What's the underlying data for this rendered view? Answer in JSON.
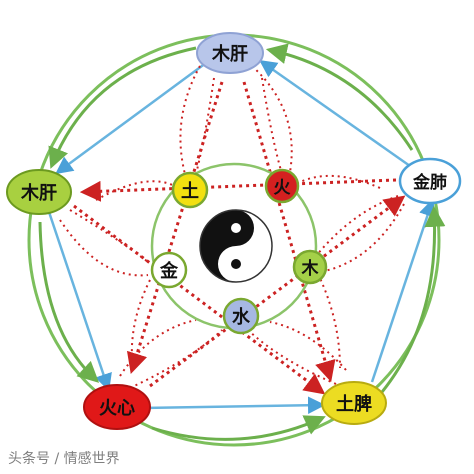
{
  "diagram": {
    "outer_nodes": {
      "top": {
        "label": "木肝",
        "fill": "#b8c6ea",
        "stroke": "#8fa2d4"
      },
      "right": {
        "label": "金肺",
        "fill": "#ffffff",
        "stroke": "#4aa0d8"
      },
      "bottom_right": {
        "label": "土脾",
        "fill": "#ecdc22",
        "stroke": "#b8ab10"
      },
      "bottom_left": {
        "label": "火心",
        "fill": "#e01818",
        "stroke": "#b01010"
      },
      "left": {
        "label": "木肝",
        "fill": "#a8d040",
        "stroke": "#6c9a20"
      }
    },
    "inner_nodes": {
      "upper_left": {
        "label": "土",
        "fill": "#f2e010",
        "stroke": "#7aa830"
      },
      "upper_right": {
        "label": "火",
        "fill": "#d42020",
        "stroke": "#7aa830"
      },
      "right": {
        "label": "木",
        "fill": "#a4d048",
        "stroke": "#7aa830"
      },
      "bottom": {
        "label": "水",
        "fill": "#a6b8e2",
        "stroke": "#7aa830"
      },
      "left": {
        "label": "金",
        "fill": "#ffffff",
        "stroke": "#7aa830"
      }
    },
    "center_symbol": "yin-yang-icon",
    "colors": {
      "outer_ring": "#7cbf5c",
      "pentagon": "#68b4df",
      "red_arrows": "#cc2222",
      "inner_ring": "#8cc46a"
    }
  },
  "watermark": "头条号 / 情感世界"
}
